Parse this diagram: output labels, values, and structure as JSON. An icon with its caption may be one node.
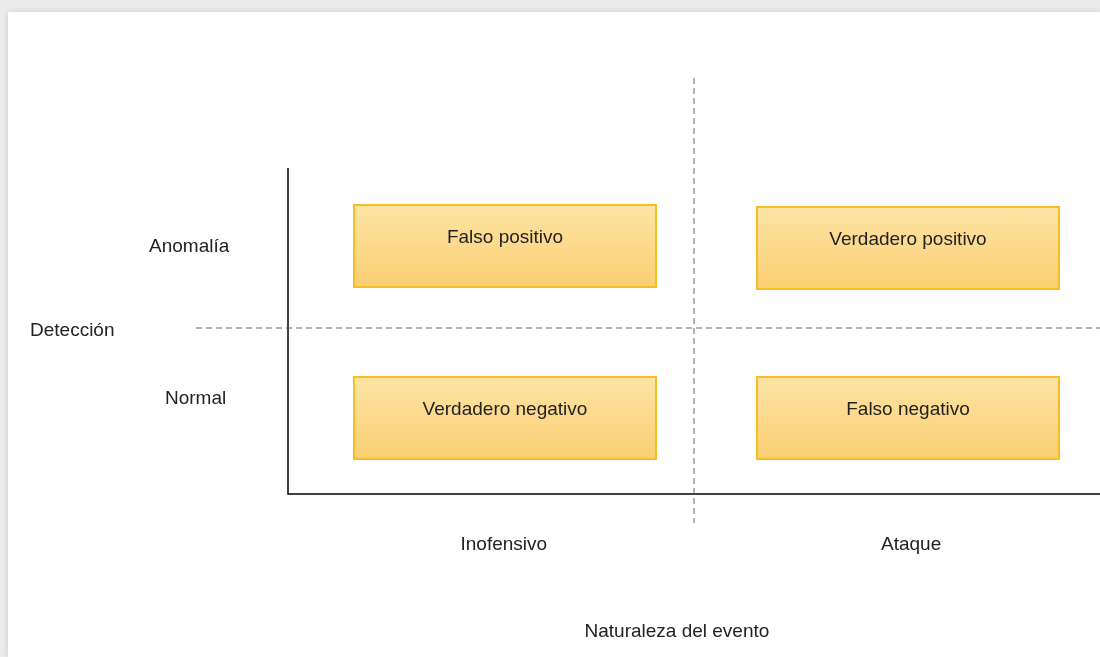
{
  "diagram": {
    "nodes": [
      {
        "text": [
          "Falso positivo"
        ]
      },
      {
        "text": [
          "Verdadero positivo"
        ]
      },
      {
        "text": [
          "Verdadero negativo"
        ]
      },
      {
        "text": [
          "Falso negativo"
        ]
      }
    ],
    "labels": [
      "Anomalía",
      "Detección",
      "Normal",
      "Inofensivo",
      "Ataque",
      "Naturaleza del evento"
    ]
  }
}
